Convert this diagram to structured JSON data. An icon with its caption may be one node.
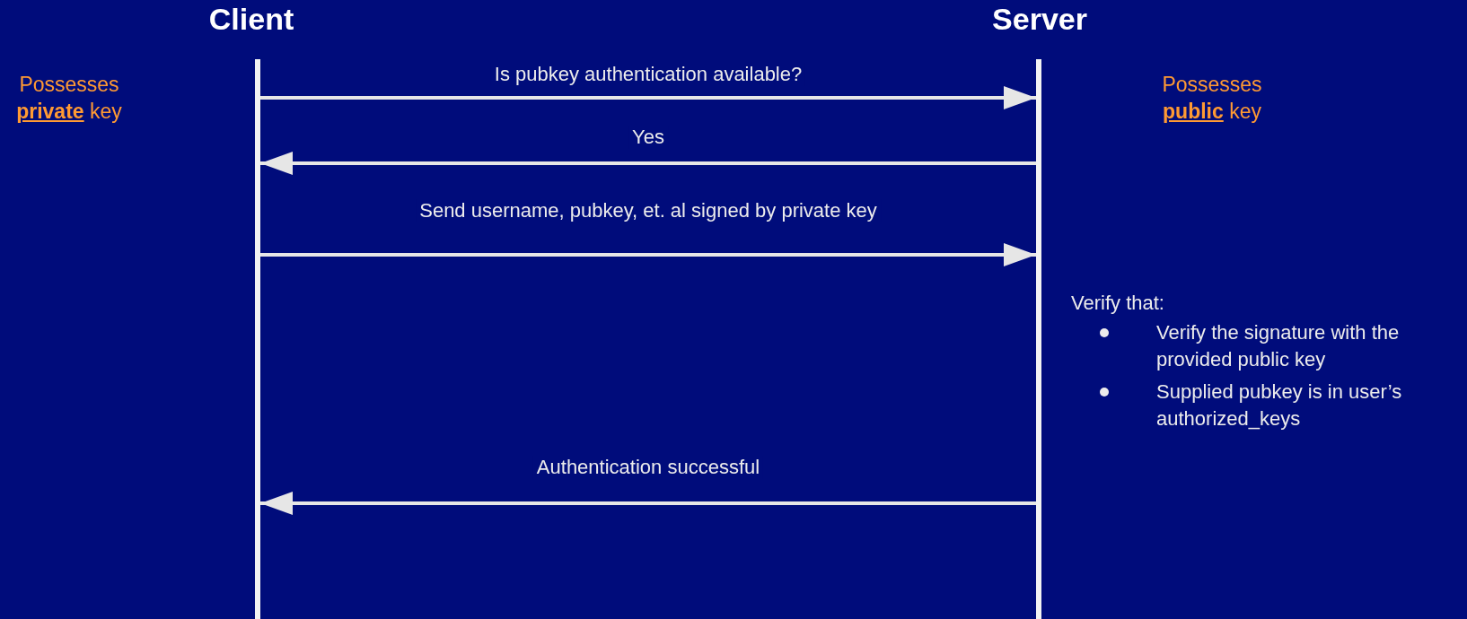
{
  "diagram": {
    "nodes": [
      {
        "text": [],
        "shape": "bar"
      },
      {
        "text": [],
        "shape": "bar"
      }
    ],
    "edges": [
      {
        "from": 0,
        "to": 1,
        "arrow": "to",
        "label": "Is pubkey authentication available?"
      },
      {
        "from": 1,
        "to": 0,
        "arrow": "to",
        "label": "Yes"
      },
      {
        "from": 0,
        "to": 1,
        "arrow": "to",
        "label": "Send username, pubkey, et. al signed by private key"
      },
      {
        "from": 1,
        "to": 0,
        "arrow": "to",
        "label": "Authentication successful"
      }
    ],
    "labels": [
      "Client",
      "Server",
      "Possesses **private** key",
      "Possesses **public** key",
      "Verify that:",
      "Verify the signature with the provided public key",
      "Supplied pubkey is in user’s authorized_keys"
    ]
  }
}
